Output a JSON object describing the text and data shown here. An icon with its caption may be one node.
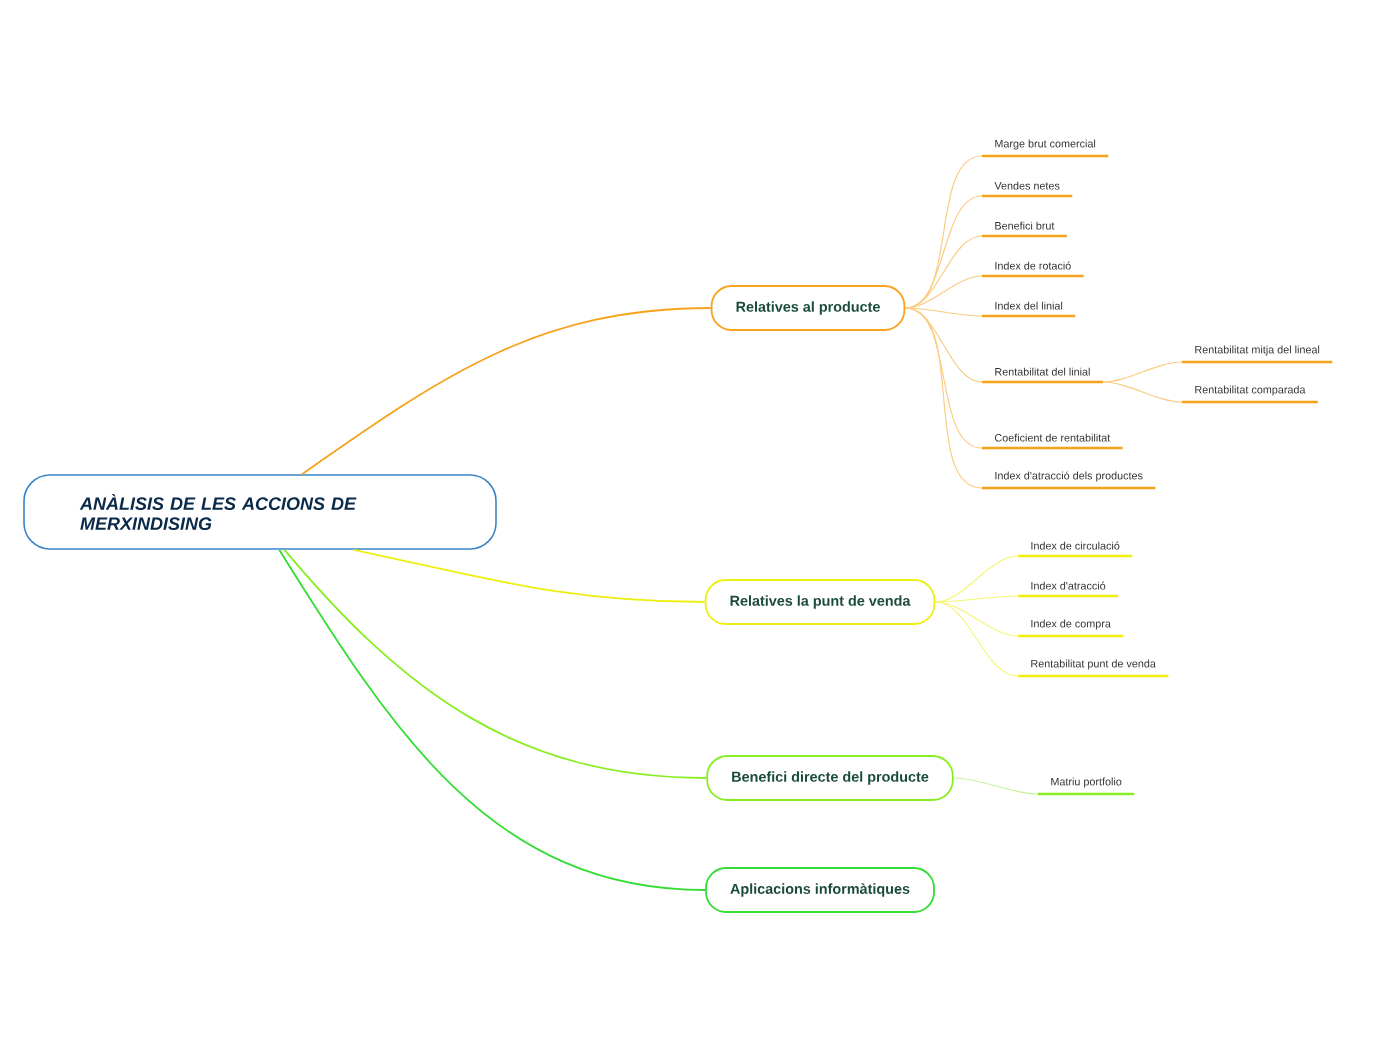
{
  "diagram": {
    "nodes": [
      {
        "text": [
          "ANÀLISIS DE LES ACCIONS DE MERXINDISING"
        ]
      },
      {
        "text": [
          "Relatives al producte"
        ]
      },
      {
        "text": [
          "Marge brut comercial"
        ]
      },
      {
        "text": [
          "Vendes netes"
        ]
      },
      {
        "text": [
          "Benefici brut"
        ]
      },
      {
        "text": [
          "Index de rotació"
        ]
      },
      {
        "text": [
          "Index del linial"
        ]
      },
      {
        "text": [
          "Rentabilitat del linial"
        ]
      },
      {
        "text": [
          "Rentabilitat mitja del lineal"
        ]
      },
      {
        "text": [
          "Rentabilitat comparada"
        ]
      },
      {
        "text": [
          "Coeficient de rentabilitat"
        ]
      },
      {
        "text": [
          "Index d'atracció dels productes"
        ]
      },
      {
        "text": [
          "Relatives la punt de venda"
        ]
      },
      {
        "text": [
          "Index de circulació"
        ]
      },
      {
        "text": [
          "Index d'atracció"
        ]
      },
      {
        "text": [
          "Index de compra"
        ]
      },
      {
        "text": [
          "Rentabilitat punt de venda"
        ]
      },
      {
        "text": [
          "Benefici directe del producte"
        ]
      },
      {
        "text": [
          "Matriu portfolio"
        ]
      },
      {
        "text": [
          "Aplicacions informàtiques"
        ]
      }
    ],
    "edges": [
      {
        "from": 0,
        "to": 1,
        "arrow": "none",
        "color": "#f7a21b"
      },
      {
        "from": 1,
        "to": 2,
        "arrow": "none",
        "color": "#fbcc82"
      },
      {
        "from": 1,
        "to": 3,
        "arrow": "none",
        "color": "#fbcc82"
      },
      {
        "from": 1,
        "to": 4,
        "arrow": "none",
        "color": "#fbcc82"
      },
      {
        "from": 1,
        "to": 5,
        "arrow": "none",
        "color": "#fbcc82"
      },
      {
        "from": 1,
        "to": 6,
        "arrow": "none",
        "color": "#fbcc82"
      },
      {
        "from": 1,
        "to": 7,
        "arrow": "none",
        "color": "#fbcc82"
      },
      {
        "from": 7,
        "to": 8,
        "arrow": "none",
        "color": "#fbcc82"
      },
      {
        "from": 7,
        "to": 9,
        "arrow": "none",
        "color": "#fbcc82"
      },
      {
        "from": 1,
        "to": 10,
        "arrow": "none",
        "color": "#fbcc82"
      },
      {
        "from": 1,
        "to": 11,
        "arrow": "none",
        "color": "#fbcc82"
      },
      {
        "from": 0,
        "to": 12,
        "arrow": "none",
        "color": "#eeee11"
      },
      {
        "from": 12,
        "to": 13,
        "arrow": "none",
        "color": "#f5f578"
      },
      {
        "from": 12,
        "to": 14,
        "arrow": "none",
        "color": "#f5f578"
      },
      {
        "from": 12,
        "to": 15,
        "arrow": "none",
        "color": "#f5f578"
      },
      {
        "from": 12,
        "to": 16,
        "arrow": "none",
        "color": "#f5f578"
      },
      {
        "from": 0,
        "to": 17,
        "arrow": "none",
        "color": "#88ee22"
      },
      {
        "from": 17,
        "to": 18,
        "arrow": "none",
        "color": "#c2f39a"
      },
      {
        "from": 0,
        "to": 19,
        "arrow": "none",
        "color": "#33dd33"
      }
    ]
  }
}
